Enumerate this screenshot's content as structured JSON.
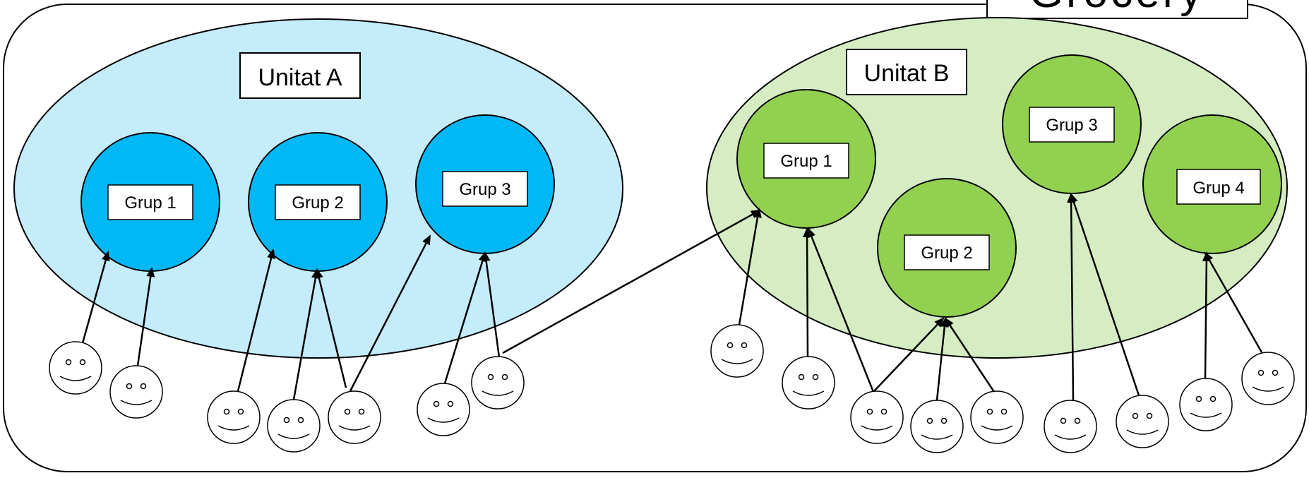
{
  "title": "Grocery",
  "colors": {
    "unit_a_fill": "#c5ecfb",
    "unit_a_group_fill": "#00b8f5",
    "unit_b_fill": "#d6edc3",
    "unit_b_group_fill": "#92d050",
    "stroke": "#000000",
    "label_bg": "#ffffff"
  },
  "unit_a": {
    "label": "Unitat A",
    "groups": [
      "Grup 1",
      "Grup 2",
      "Grup 3"
    ]
  },
  "unit_b": {
    "label": "Unitat B",
    "groups": [
      "Grup 1",
      "Grup 2",
      "Grup 3",
      "Grup 4"
    ]
  },
  "people_icon": "smiley-face-icon",
  "arrow_icon": "arrow-icon"
}
